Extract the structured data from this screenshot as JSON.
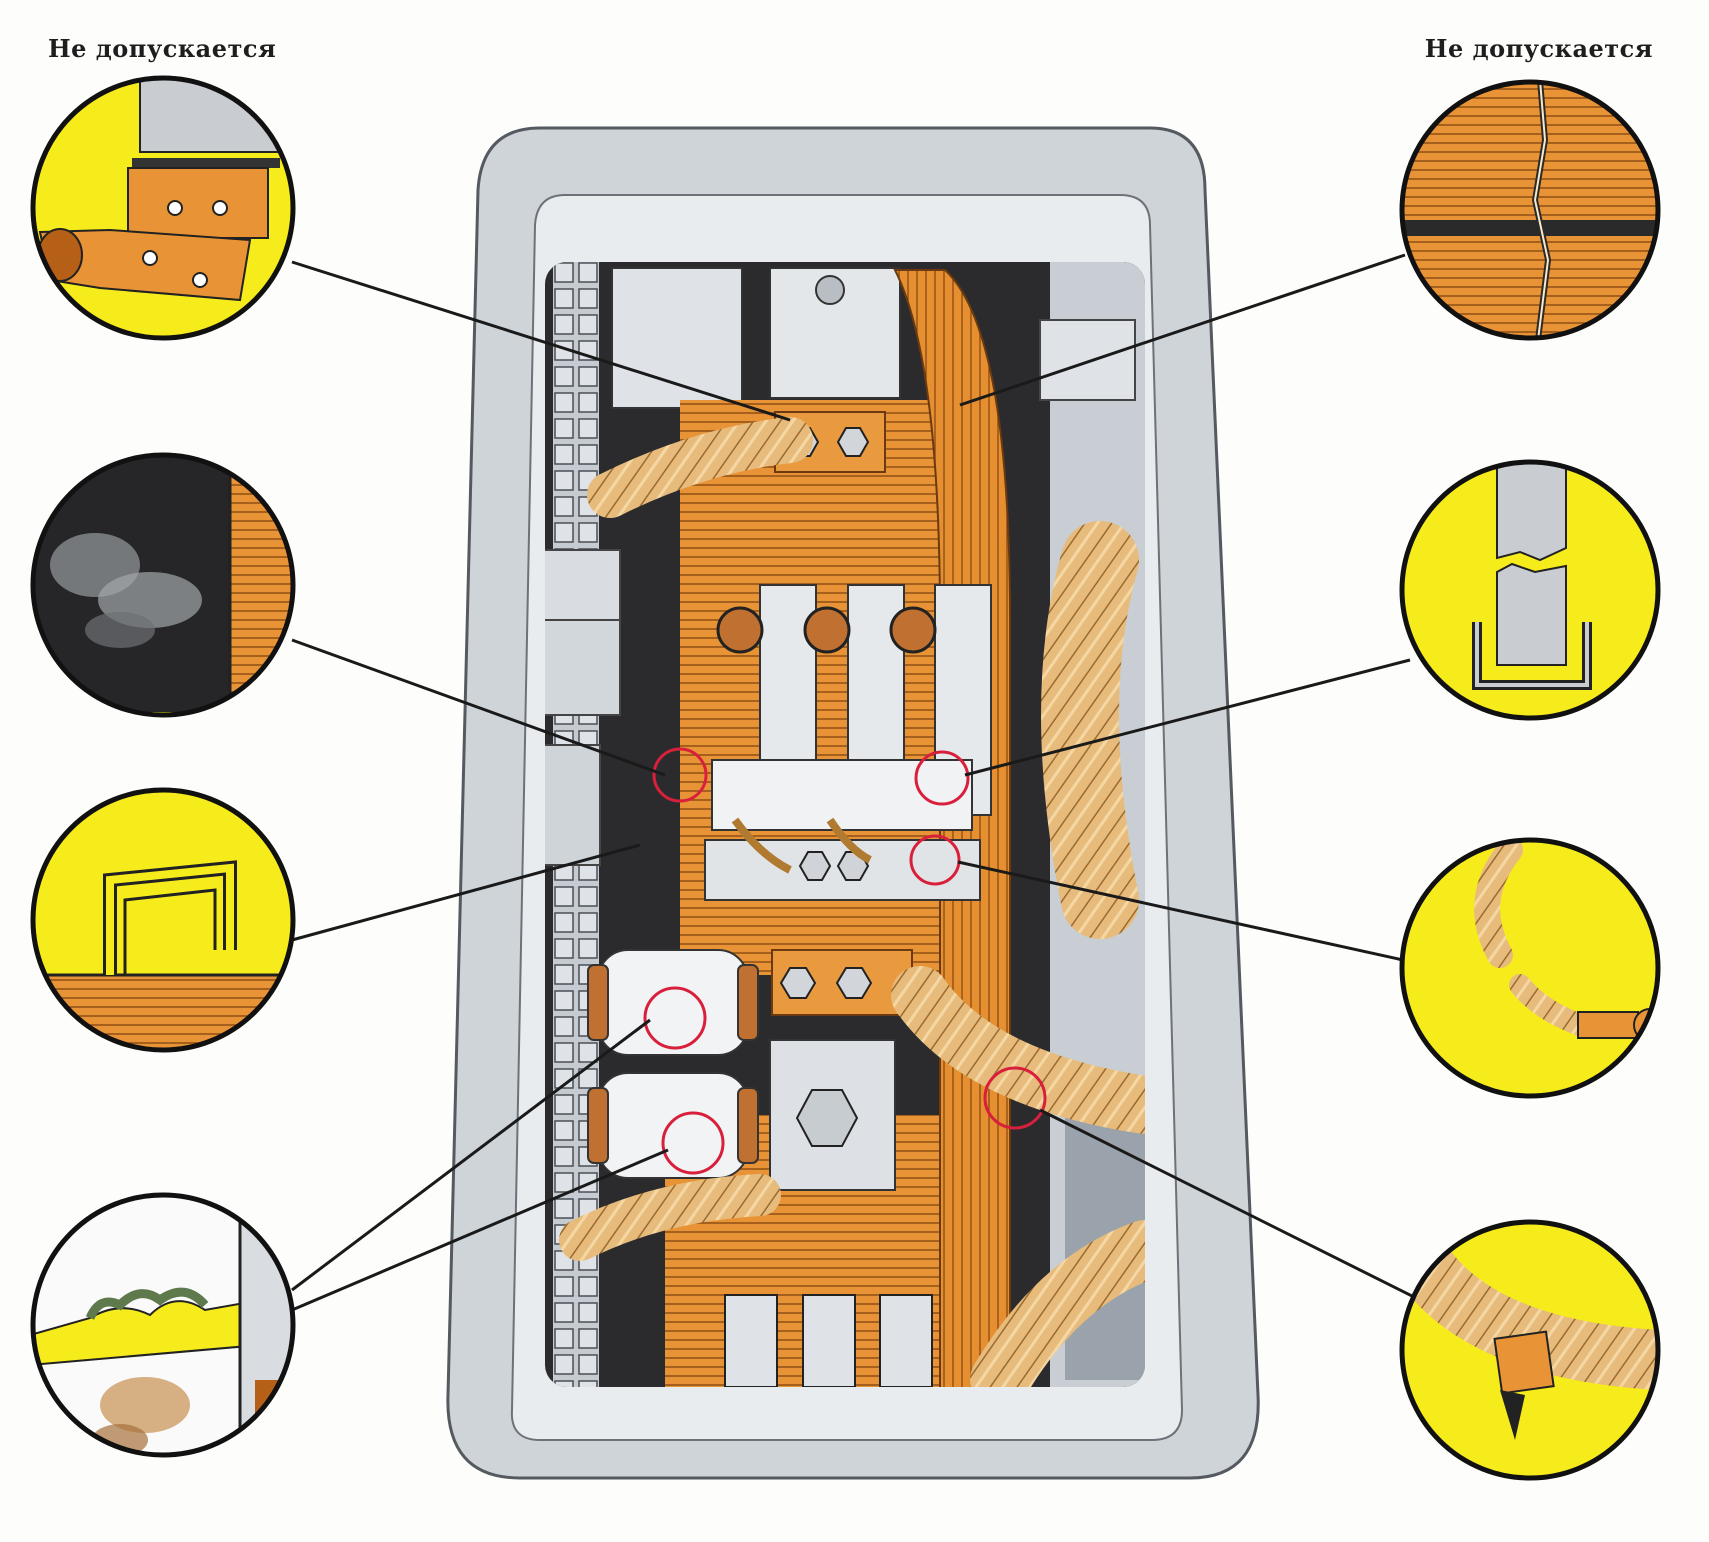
{
  "labels": {
    "left": "Не допускается",
    "right": "Не допускается"
  },
  "colors": {
    "callout_fill": "#f7ec1b",
    "copper": "#e89436",
    "copper_dark": "#b55f17",
    "metal": "#c9cdd2",
    "housing": "#cfd4d8",
    "housing_inner": "#e9ecef",
    "dark_panel": "#2b2b2d",
    "braid": "#e3b470",
    "defect_circle": "#d8203c",
    "leader_line": "#1a1a1a"
  },
  "callouts": [
    {
      "id": "left-1",
      "icon": "burnt-contact-icon"
    },
    {
      "id": "left-2",
      "icon": "soot-deposit-icon"
    },
    {
      "id": "left-3",
      "icon": "bent-bracket-icon"
    },
    {
      "id": "left-4",
      "icon": "insulator-damage-icon"
    },
    {
      "id": "right-1",
      "icon": "cracked-lamination-icon"
    },
    {
      "id": "right-2",
      "icon": "broken-insulator-icon"
    },
    {
      "id": "right-3",
      "icon": "broken-wire-icon"
    },
    {
      "id": "right-4",
      "icon": "frayed-insulation-icon"
    }
  ]
}
